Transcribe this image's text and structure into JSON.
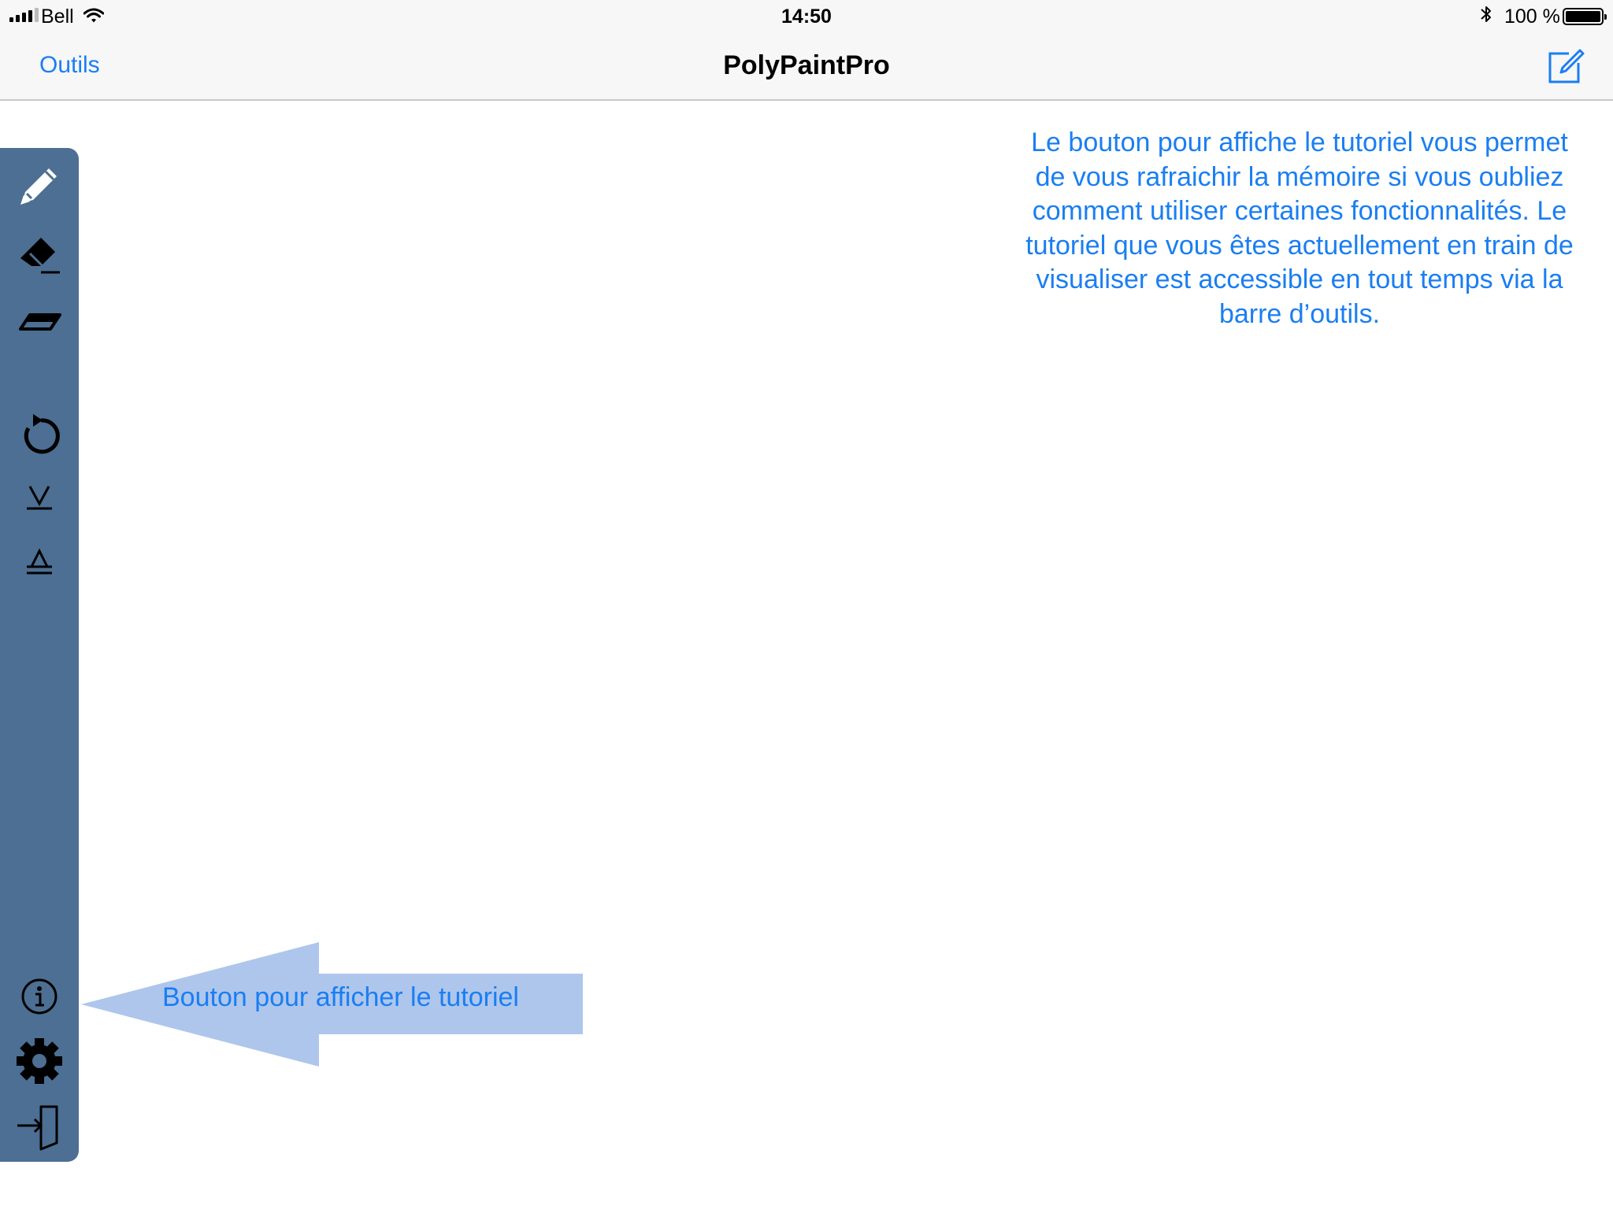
{
  "status_bar": {
    "carrier": "Bell",
    "time": "14:50",
    "battery_percent": "100 %",
    "signal_icon": "signal-icon",
    "wifi_icon": "wifi-icon",
    "bluetooth_icon": "bluetooth-icon",
    "battery_icon": "battery-icon"
  },
  "nav_bar": {
    "back_label": "Outils",
    "title": "PolyPaintPro",
    "compose_icon": "compose-icon"
  },
  "toolbar": {
    "tools": [
      {
        "icon": "pencil-icon"
      },
      {
        "icon": "stroke-eraser-icon"
      },
      {
        "icon": "point-eraser-icon"
      },
      {
        "icon": "undo-icon"
      },
      {
        "icon": "send-backward-icon"
      },
      {
        "icon": "bring-forward-icon"
      },
      {
        "icon": "info-icon"
      },
      {
        "icon": "gear-icon"
      },
      {
        "icon": "exit-icon"
      }
    ]
  },
  "tutorial": {
    "description": "Le bouton pour affiche le tutoriel vous permet de vous rafraichir la mémoire si vous oubliez comment utiliser certaines fonctionnalités. Le tutoriel que vous êtes actuellement en train de visualiser est accessible en tout temps via la barre d’outils.",
    "arrow_label": "Bouton pour afficher le tutoriel"
  },
  "colors": {
    "accent": "#1a7ef2",
    "toolbar": "#4c6f93",
    "arrow": "#aec6ec",
    "bar_background": "#f7f7f7"
  }
}
